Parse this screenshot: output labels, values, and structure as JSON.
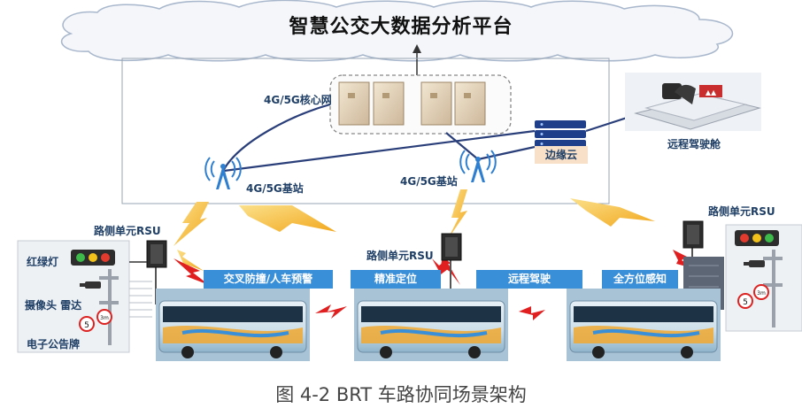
{
  "title": "智慧公交大数据分析平台",
  "caption": "图 4-2 BRT 车路协同场景架构",
  "labels": {
    "core_network": "4G/5G核心网",
    "base_station_left": "4G/5G基站",
    "base_station_right": "4G/5G基站",
    "edge_cloud": "边缘云",
    "remote_cabin": "远程驾驶舱",
    "rsu_left": "路侧单元RSU",
    "rsu_middle": "路侧单元RSU",
    "rsu_right": "路侧单元RSU",
    "traffic_light": "红绿灯",
    "camera_radar": "摄像头 雷达",
    "e_board": "电子公告牌"
  },
  "banners": [
    "交叉防撞/人车预警",
    "精准定位",
    "远程驾驶",
    "全方位感知"
  ],
  "speed_sign_value": "5",
  "height_sign_value": "3m",
  "colors": {
    "banner": "#3a8fd9",
    "link": "#2a3f7a",
    "wireless": "#f2b830",
    "v2v": "#e02020",
    "light_red": "#e23b2e",
    "light_yellow": "#f2c21b",
    "light_green": "#3dba4a"
  }
}
